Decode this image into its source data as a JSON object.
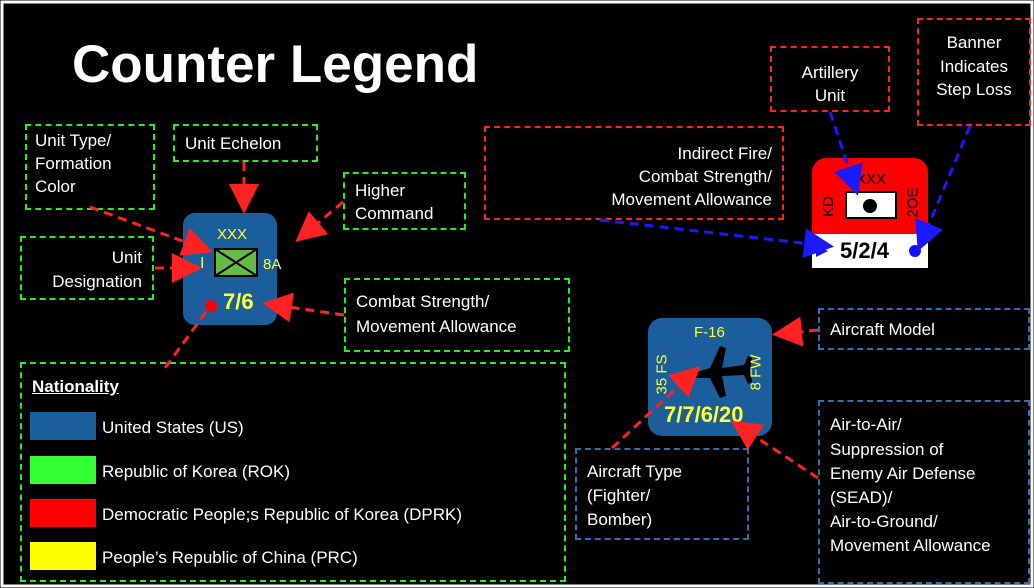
{
  "title": "Counter Legend",
  "callouts": {
    "unit_type": [
      "Unit Type/",
      "Formation",
      "Color"
    ],
    "unit_echelon": "Unit Echelon",
    "higher_command": [
      "Higher",
      "Command"
    ],
    "unit_designation": [
      "Unit",
      "Designation"
    ],
    "combat_strength": [
      "Combat Strength/",
      "Movement Allowance"
    ],
    "artillery_unit": [
      "Artillery",
      "Unit"
    ],
    "banner": [
      "Banner",
      "Indicates",
      "Step Loss"
    ],
    "indirect_fire": [
      "Indirect Fire/",
      "Combat Strength/",
      "Movement Allowance"
    ],
    "aircraft_model": "Aircraft Model",
    "aircraft_type": [
      "Aircraft Type",
      "(Fighter/",
      "Bomber)"
    ],
    "air_values": [
      "Air-to-Air/",
      "Suppression of",
      "Enemy Air Defense",
      "(SEAD)/",
      "Air-to-Ground/",
      "Movement Allowance"
    ]
  },
  "ground_counter": {
    "echelon": "XXX",
    "designation": "I",
    "higher": "8A",
    "strength": "7/6"
  },
  "artillery_counter": {
    "echelon": "XXX",
    "left": "KD",
    "right": "2OE",
    "strength": "5/2/4"
  },
  "air_counter": {
    "model": "F-16",
    "left": "35 FS",
    "right": "8 FW",
    "strength": "7/7/6/20"
  },
  "nationality": {
    "heading": "Nationality",
    "items": [
      {
        "label": "United States (US)",
        "color": "#1b5e9c"
      },
      {
        "label": "Republic of Korea (ROK)",
        "color": "#33ff33"
      },
      {
        "label": "Democratic People;s Republic of Korea (DPRK)",
        "color": "#ff0000"
      },
      {
        "label": "People’s Republic of China (PRC)",
        "color": "#ffff00"
      }
    ]
  },
  "colors": {
    "ground_blue": "#1b5e9c",
    "green_dash": "#22ee22",
    "red_dash": "#ff2222",
    "blue_dash": "#2f6fb0",
    "counter_text": "#ffff33"
  }
}
